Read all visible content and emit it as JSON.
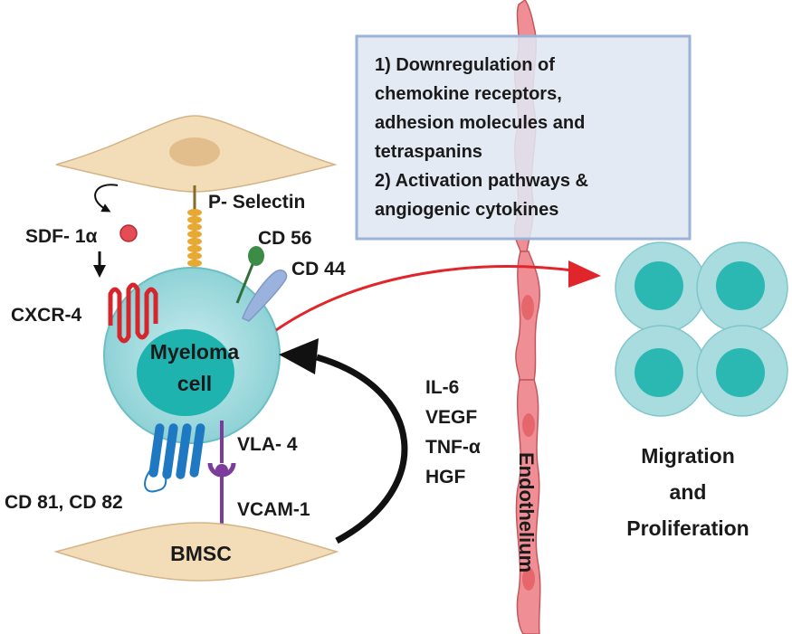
{
  "info_box": {
    "lines": [
      "1) Downregulation of",
      "chemokine receptors,",
      "adhesion molecules and",
      "tetraspanins",
      "2) Activation pathways &",
      "angiogenic cytokines"
    ]
  },
  "labels": {
    "p_selectin": "P- Selectin",
    "sdf": "SDF- 1α",
    "cxcr4": "CXCR-4",
    "cd56": "CD 56",
    "cd44": "CD 44",
    "myeloma_line1": "Myeloma",
    "myeloma_line2": "cell",
    "vla4": "VLA- 4",
    "vcam1": "VCAM-1",
    "cd81_82": "CD 81, CD 82",
    "bmsc": "BMSC",
    "endothelium": "Endothelium",
    "migration_line1": "Migration",
    "migration_line2": "and",
    "migration_line3": "Proliferation"
  },
  "cytokines": [
    "IL-6",
    "VEGF",
    "TNF-α",
    "HGF"
  ],
  "colors": {
    "cell_outer": "#a8dcdf",
    "cell_inner": "#1fb3b0",
    "endothelium": "#ef8f95",
    "box_border": "#9ab3d6",
    "box_fill": "#dfe7f2",
    "cxcr4": "#d6262b",
    "integrin": "#7b3c9c",
    "tetraspanin": "#1e78c2",
    "selectin": "#e8a933",
    "stromal": "#f3dcb8",
    "arrow_red": "#e0262b"
  }
}
